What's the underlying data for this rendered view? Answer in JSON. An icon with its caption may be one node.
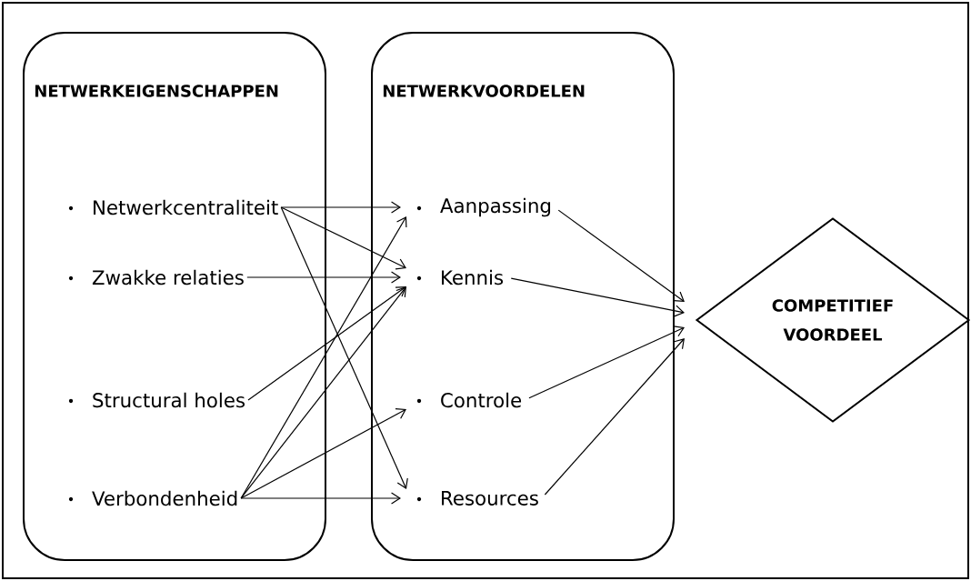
{
  "diagram": {
    "nodes": [
      {
        "text": [
          "NETWERKEIGENSCHAPPEN"
        ]
      },
      {
        "text": [
          "Netwerkcentraliteit"
        ],
        "in": 0
      },
      {
        "text": [
          "Zwakke relaties"
        ],
        "in": 0
      },
      {
        "text": [
          "Structural holes"
        ],
        "in": 0
      },
      {
        "text": [
          "Verbondenheid"
        ],
        "in": 0
      },
      {
        "text": [
          "NETWERKVOORDELEN"
        ]
      },
      {
        "text": [
          "Aanpassing"
        ],
        "in": 5
      },
      {
        "text": [
          "Kennis"
        ],
        "in": 5
      },
      {
        "text": [
          "Controle"
        ],
        "in": 5
      },
      {
        "text": [
          "Resources"
        ],
        "in": 5
      },
      {
        "text": [
          "COMPETITIEF VOORDEEL"
        ]
      }
    ],
    "edges": [
      {
        "from": 1,
        "to": 6,
        "arrow": "to"
      },
      {
        "from": 1,
        "to": 7,
        "arrow": "to"
      },
      {
        "from": 1,
        "to": 9,
        "arrow": "to"
      },
      {
        "from": 2,
        "to": 7,
        "arrow": "to"
      },
      {
        "from": 3,
        "to": 7,
        "arrow": "to"
      },
      {
        "from": 4,
        "to": 6,
        "arrow": "to"
      },
      {
        "from": 4,
        "to": 7,
        "arrow": "to"
      },
      {
        "from": 4,
        "to": 8,
        "arrow": "to"
      },
      {
        "from": 4,
        "to": 9,
        "arrow": "to"
      },
      {
        "from": 6,
        "to": 10,
        "arrow": "to"
      },
      {
        "from": 7,
        "to": 10,
        "arrow": "to"
      },
      {
        "from": 8,
        "to": 10,
        "arrow": "to"
      },
      {
        "from": 9,
        "to": 10,
        "arrow": "to"
      }
    ]
  }
}
